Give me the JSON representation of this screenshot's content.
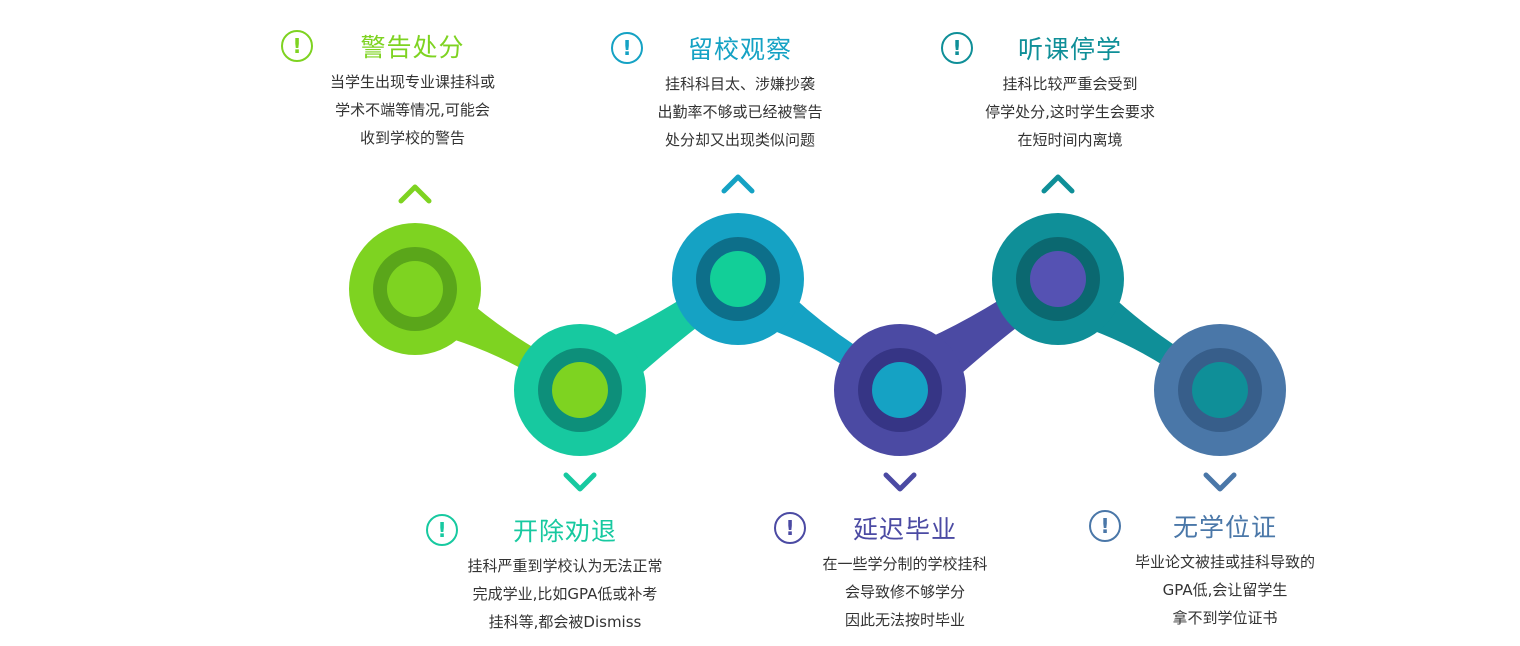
{
  "colors": {
    "green": "#7ed321",
    "teal": "#17c9a0",
    "blue": "#15a2c4",
    "purple": "#4b4aa3",
    "darkteal": "#0f8f98",
    "slate": "#4a77a8"
  },
  "stages": [
    {
      "title": "警告处分",
      "lines": [
        "当学生出现专业课挂科或",
        "学术不端等情况,可能会",
        "收到学校的警告"
      ],
      "icon": "exclamation-circle-icon"
    },
    {
      "title": "开除劝退",
      "lines": [
        "挂科严重到学校认为无法正常",
        "完成学业,比如GPA低或补考",
        "挂科等,都会被Dismiss"
      ],
      "icon": "exclamation-circle-icon"
    },
    {
      "title": "留校观察",
      "lines": [
        "挂科科目太、涉嫌抄袭",
        "出勤率不够或已经被警告",
        "处分却又出现类似问题"
      ],
      "icon": "exclamation-circle-icon"
    },
    {
      "title": "延迟毕业",
      "lines": [
        "在一些学分制的学校挂科",
        "会导致修不够学分",
        "因此无法按时毕业"
      ],
      "icon": "exclamation-circle-icon"
    },
    {
      "title": "听课停学",
      "lines": [
        "挂科比较严重会受到",
        "停学处分,这时学生会要求",
        "在短时间内离境"
      ],
      "icon": "exclamation-circle-icon"
    },
    {
      "title": "无学位证",
      "lines": [
        "毕业论文被挂或挂科导致的",
        "GPA低,会让留学生",
        "拿不到学位证书"
      ],
      "icon": "exclamation-circle-icon"
    }
  ]
}
